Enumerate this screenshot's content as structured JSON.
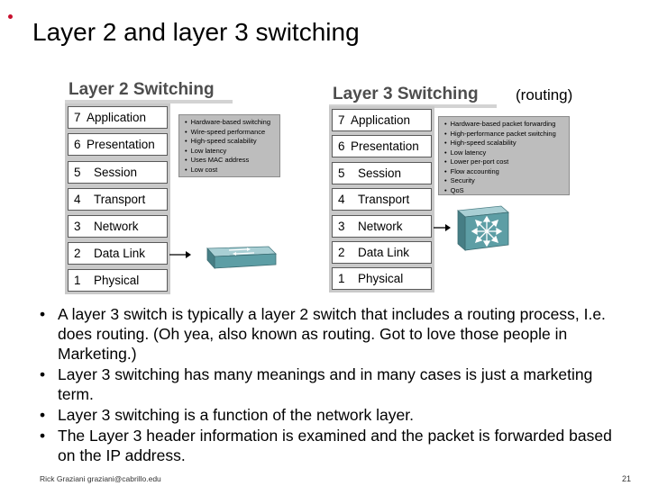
{
  "slide": {
    "title": "Layer 2 and layer 3 switching",
    "footer": "Rick Graziani  graziani@cabrillo.edu",
    "page_number": "21"
  },
  "layer2": {
    "title": "Layer 2 Switching",
    "layers": [
      {
        "num": "7",
        "name": "Application"
      },
      {
        "num": "6",
        "name": "Presentation"
      },
      {
        "num": "5",
        "name": "Session"
      },
      {
        "num": "4",
        "name": "Transport"
      },
      {
        "num": "3",
        "name": "Network"
      },
      {
        "num": "2",
        "name": "Data Link"
      },
      {
        "num": "1",
        "name": "Physical"
      }
    ],
    "features": [
      "Hardware-based switching",
      "Wire-speed performance",
      "High-speed scalability",
      "Low latency",
      "Uses MAC address",
      "Low cost"
    ]
  },
  "layer3": {
    "title": "Layer 3 Switching",
    "note": "(routing)",
    "layers": [
      {
        "num": "7",
        "name": "Application"
      },
      {
        "num": "6",
        "name": "Presentation"
      },
      {
        "num": "5",
        "name": "Session"
      },
      {
        "num": "4",
        "name": "Transport"
      },
      {
        "num": "3",
        "name": "Network"
      },
      {
        "num": "2",
        "name": "Data Link"
      },
      {
        "num": "1",
        "name": "Physical"
      }
    ],
    "features": [
      "Hardware-based packet forwarding",
      "High-performance packet switching",
      "High-speed scalability",
      "Low latency",
      "Lower per-port cost",
      "Flow accounting",
      "Security",
      "QoS"
    ]
  },
  "icons": {
    "layer2_device": "layer2-switch-icon",
    "layer3_device": "layer3-switch-icon"
  },
  "bullets": [
    "A layer 3 switch is typically a layer 2 switch that includes a routing process, I.e. does routing.  (Oh yea, also known as routing.  Got to love those people in Marketing.)",
    "Layer 3 switching has many meanings and in many cases is just a marketing term.",
    "Layer 3 switching is a function of the network layer.",
    "The Layer 3 header information is examined and the packet is forwarded based on the IP address."
  ],
  "colors": {
    "accent_dot": "#c8102e",
    "feature_box": "#bdbdbd",
    "panel_title": "#4d4d4d",
    "device_teal": "#5d9ea5"
  }
}
